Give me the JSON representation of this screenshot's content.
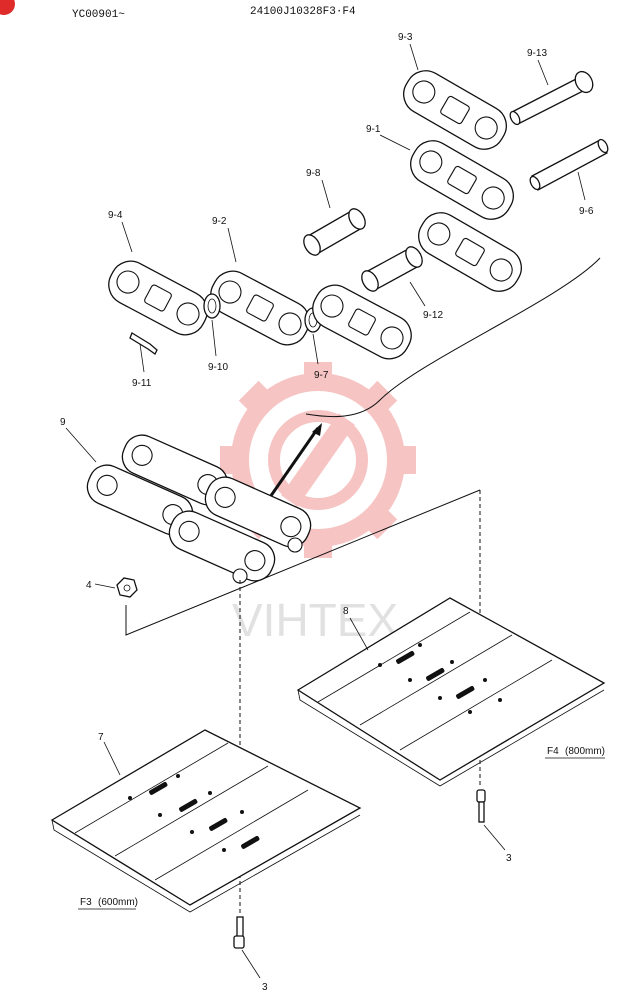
{
  "header": {
    "serial": "YC00901~",
    "part_code": "24100J10328F3·F4"
  },
  "watermark": {
    "text": "VIHTEX",
    "color": "#e84a4a"
  },
  "callouts": {
    "c9_3": "9-3",
    "c9_13": "9-13",
    "c9_1": "9-1",
    "c9_8": "9-8",
    "c9_6": "9-6",
    "c9_4": "9-4",
    "c9_2": "9-2",
    "c9_12": "9-12",
    "c9_10": "9-10",
    "c9_7": "9-7",
    "c9_11": "9-11",
    "c9": "9",
    "c4": "4",
    "c8": "8",
    "c7": "7",
    "c3a": "3",
    "c3b": "3"
  },
  "variants": {
    "f4_code": "F4",
    "f4_size": "(800mm)",
    "f3_code": "F3",
    "f3_size": "(600mm)"
  }
}
